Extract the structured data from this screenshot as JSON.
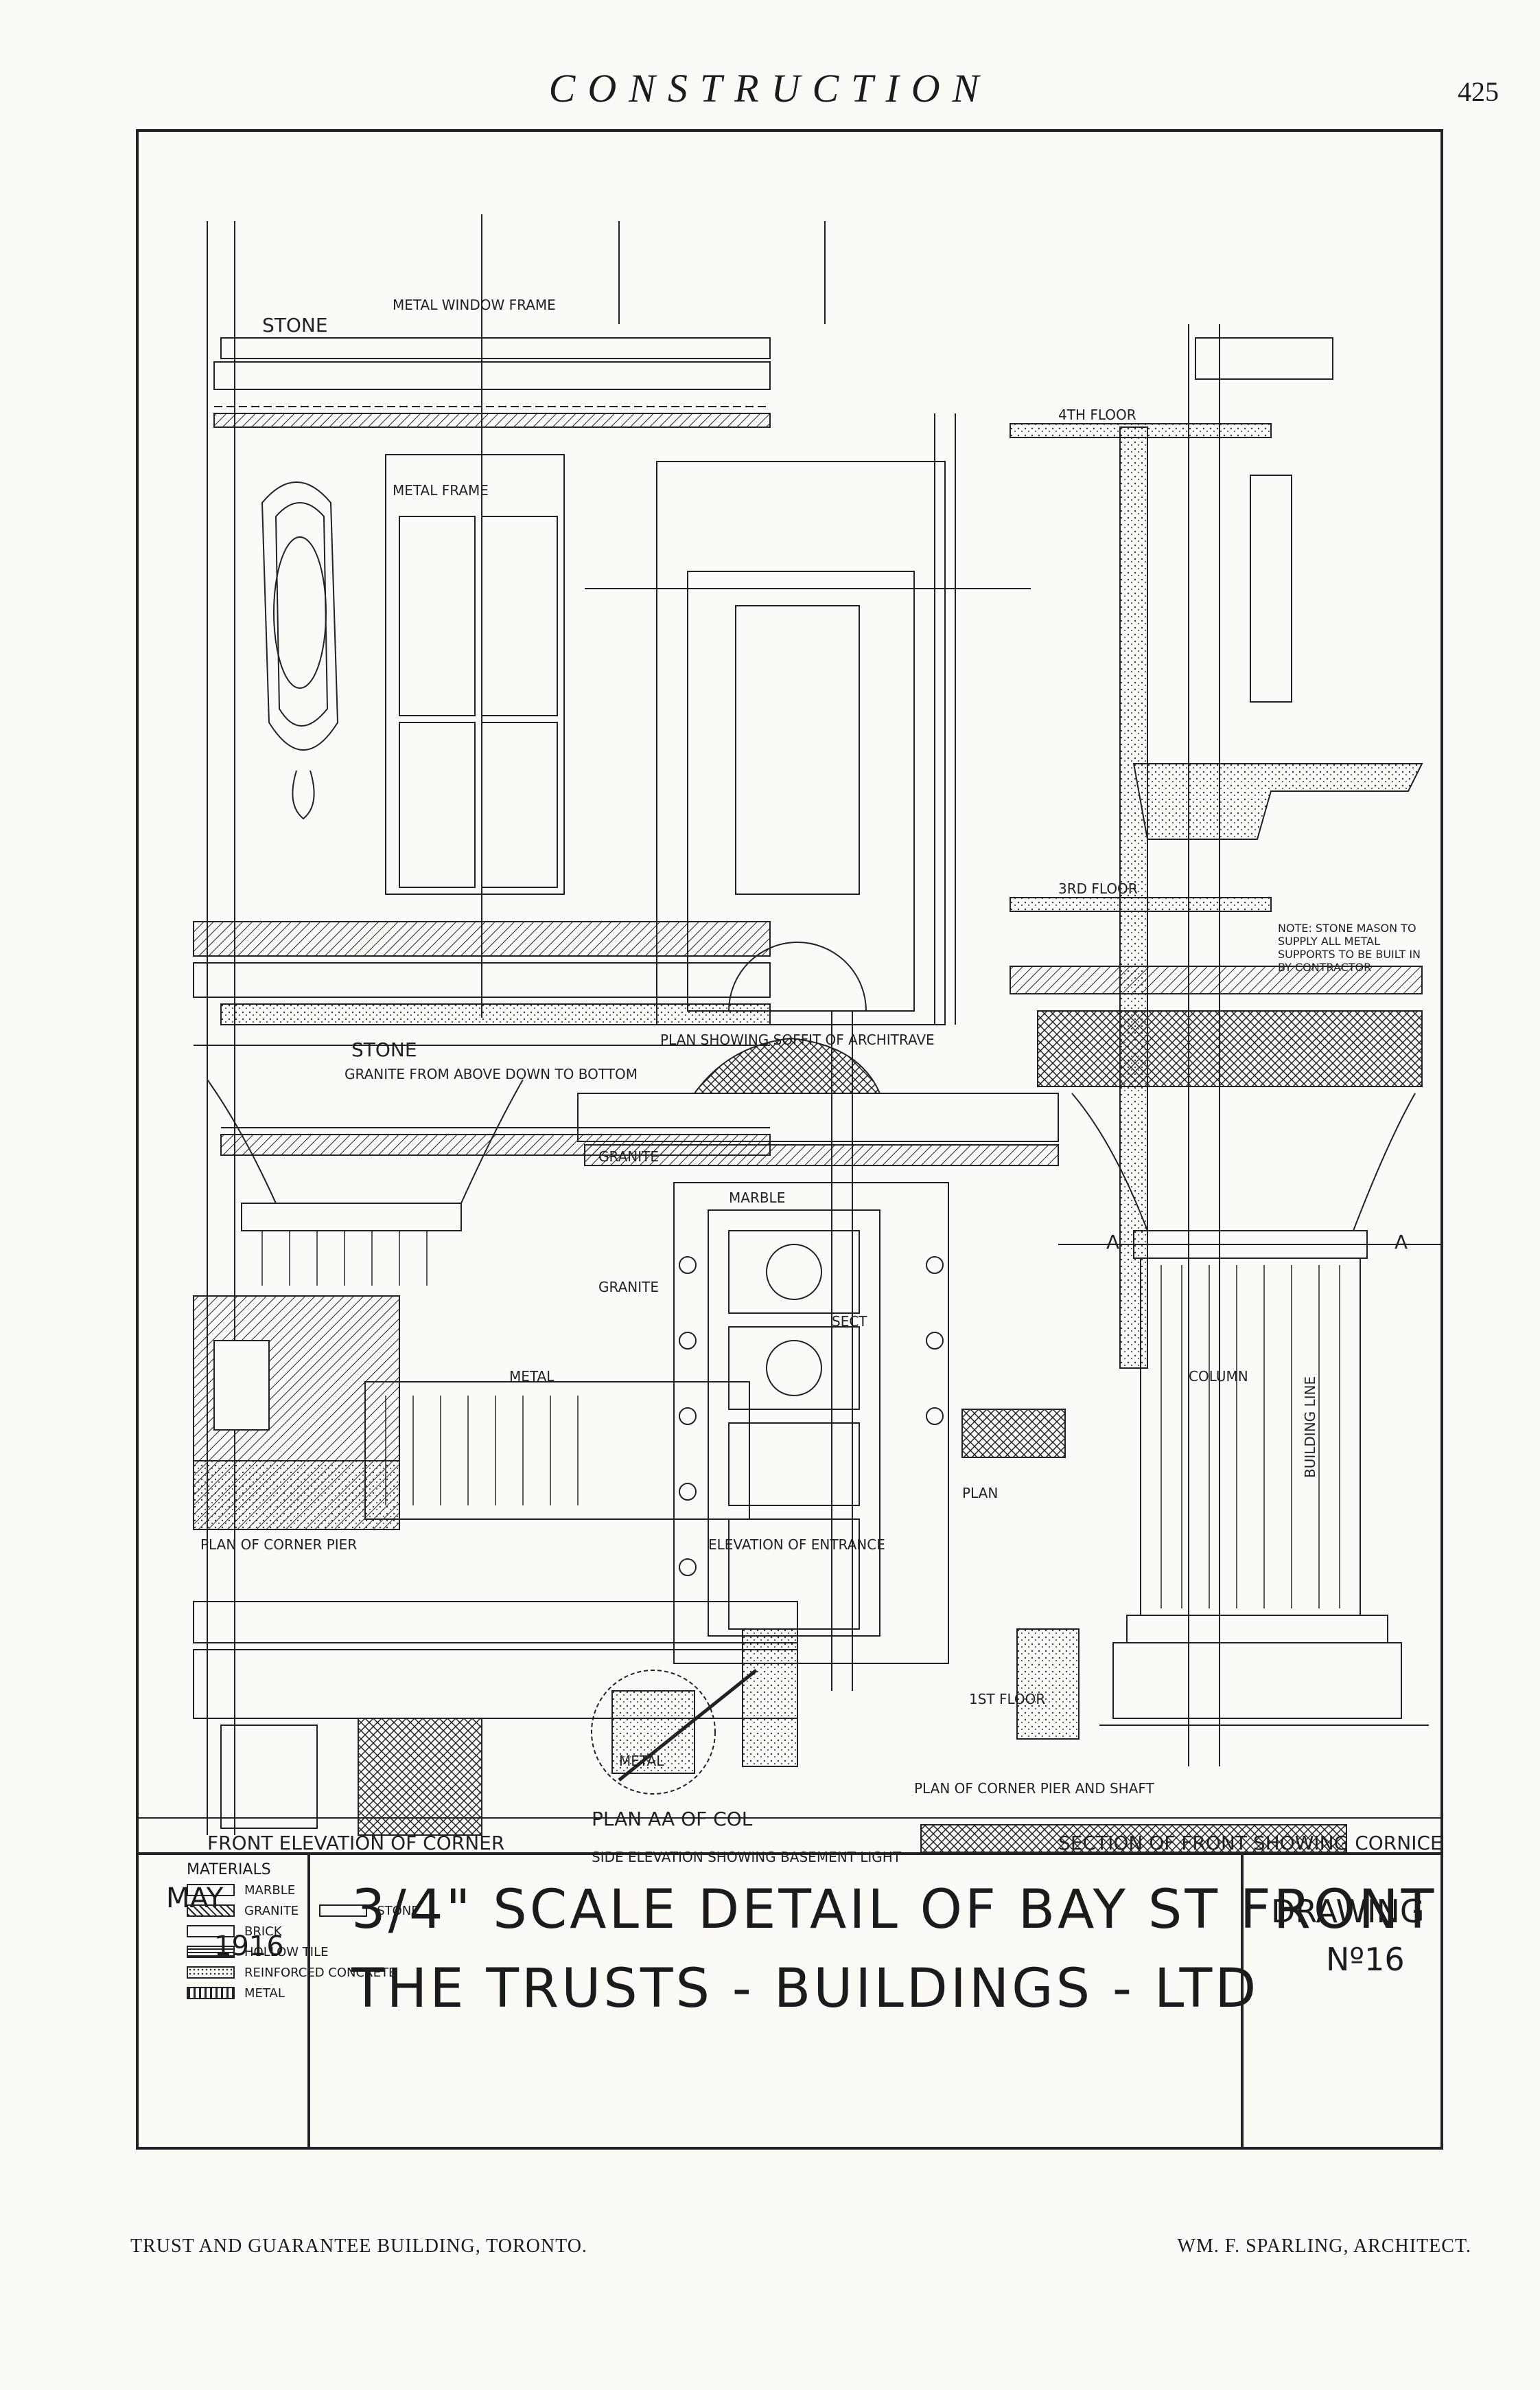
{
  "header": {
    "title": "CONSTRUCTION",
    "page_number": "425"
  },
  "drawing": {
    "labels": {
      "stone_top": "STONE",
      "metal_window_frame": "METAL WINDOW FRAME",
      "metal_frame": "METAL FRAME",
      "plan_soffit": "PLAN SHOWING SOFFIT OF ARCHITRAVE",
      "floor_4": "4TH FLOOR",
      "floor_3": "3RD FLOOR",
      "floor_1": "1ST FLOOR",
      "stone_mid": "STONE",
      "granite_from_above": "GRANITE FROM ABOVE DOWN TO BOTTOM",
      "granite_1": "GRANITE",
      "granite_2": "GRANITE",
      "marble": "MARBLE",
      "sect": "SECT",
      "metal_grille": "METAL",
      "plan_corner_pier": "PLAN OF CORNER PIER",
      "elevation_entrance": "ELEVATION OF ENTRANCE",
      "plan": "PLAN",
      "marker_a_left": "A",
      "marker_a_right": "A",
      "column": "COLUMN",
      "building_line": "BUILDING LINE",
      "metal_lower": "METAL",
      "side_elevation": "SIDE ELEVATION SHOWING BASEMENT LIGHT",
      "front_elevation_corner": "FRONT ELEVATION OF CORNER",
      "section_front": "SECTION OF FRONT SHOWING CORNICE",
      "plan_aa_col": "PLAN AA OF COL",
      "plan_corner_pier_shaft": "PLAN OF CORNER PIER AND SHAFT",
      "note": "NOTE: STONE MASON TO SUPPLY ALL METAL SUPPORTS TO BE BUILT IN BY CONTRACTOR"
    },
    "legend": {
      "title": "MATERIALS",
      "items": [
        "MARBLE",
        "GRANITE",
        "BRICK",
        "HOLLOW TILE",
        "REINFORCED CONCRETE",
        "METAL"
      ],
      "extra": "STONE"
    }
  },
  "title_block": {
    "date_month": "MAY",
    "date_year": "1916",
    "title_line1": "3/4\" SCALE DETAIL OF BAY ST FRONT",
    "title_line2": "THE TRUSTS - BUILDINGS - LTD",
    "drawing_label": "DRAWING",
    "drawing_number": "Nº16"
  },
  "footer": {
    "left": "TRUST AND GUARANTEE BUILDING, TORONTO.",
    "right": "WM. F. SPARLING, ARCHITECT."
  }
}
